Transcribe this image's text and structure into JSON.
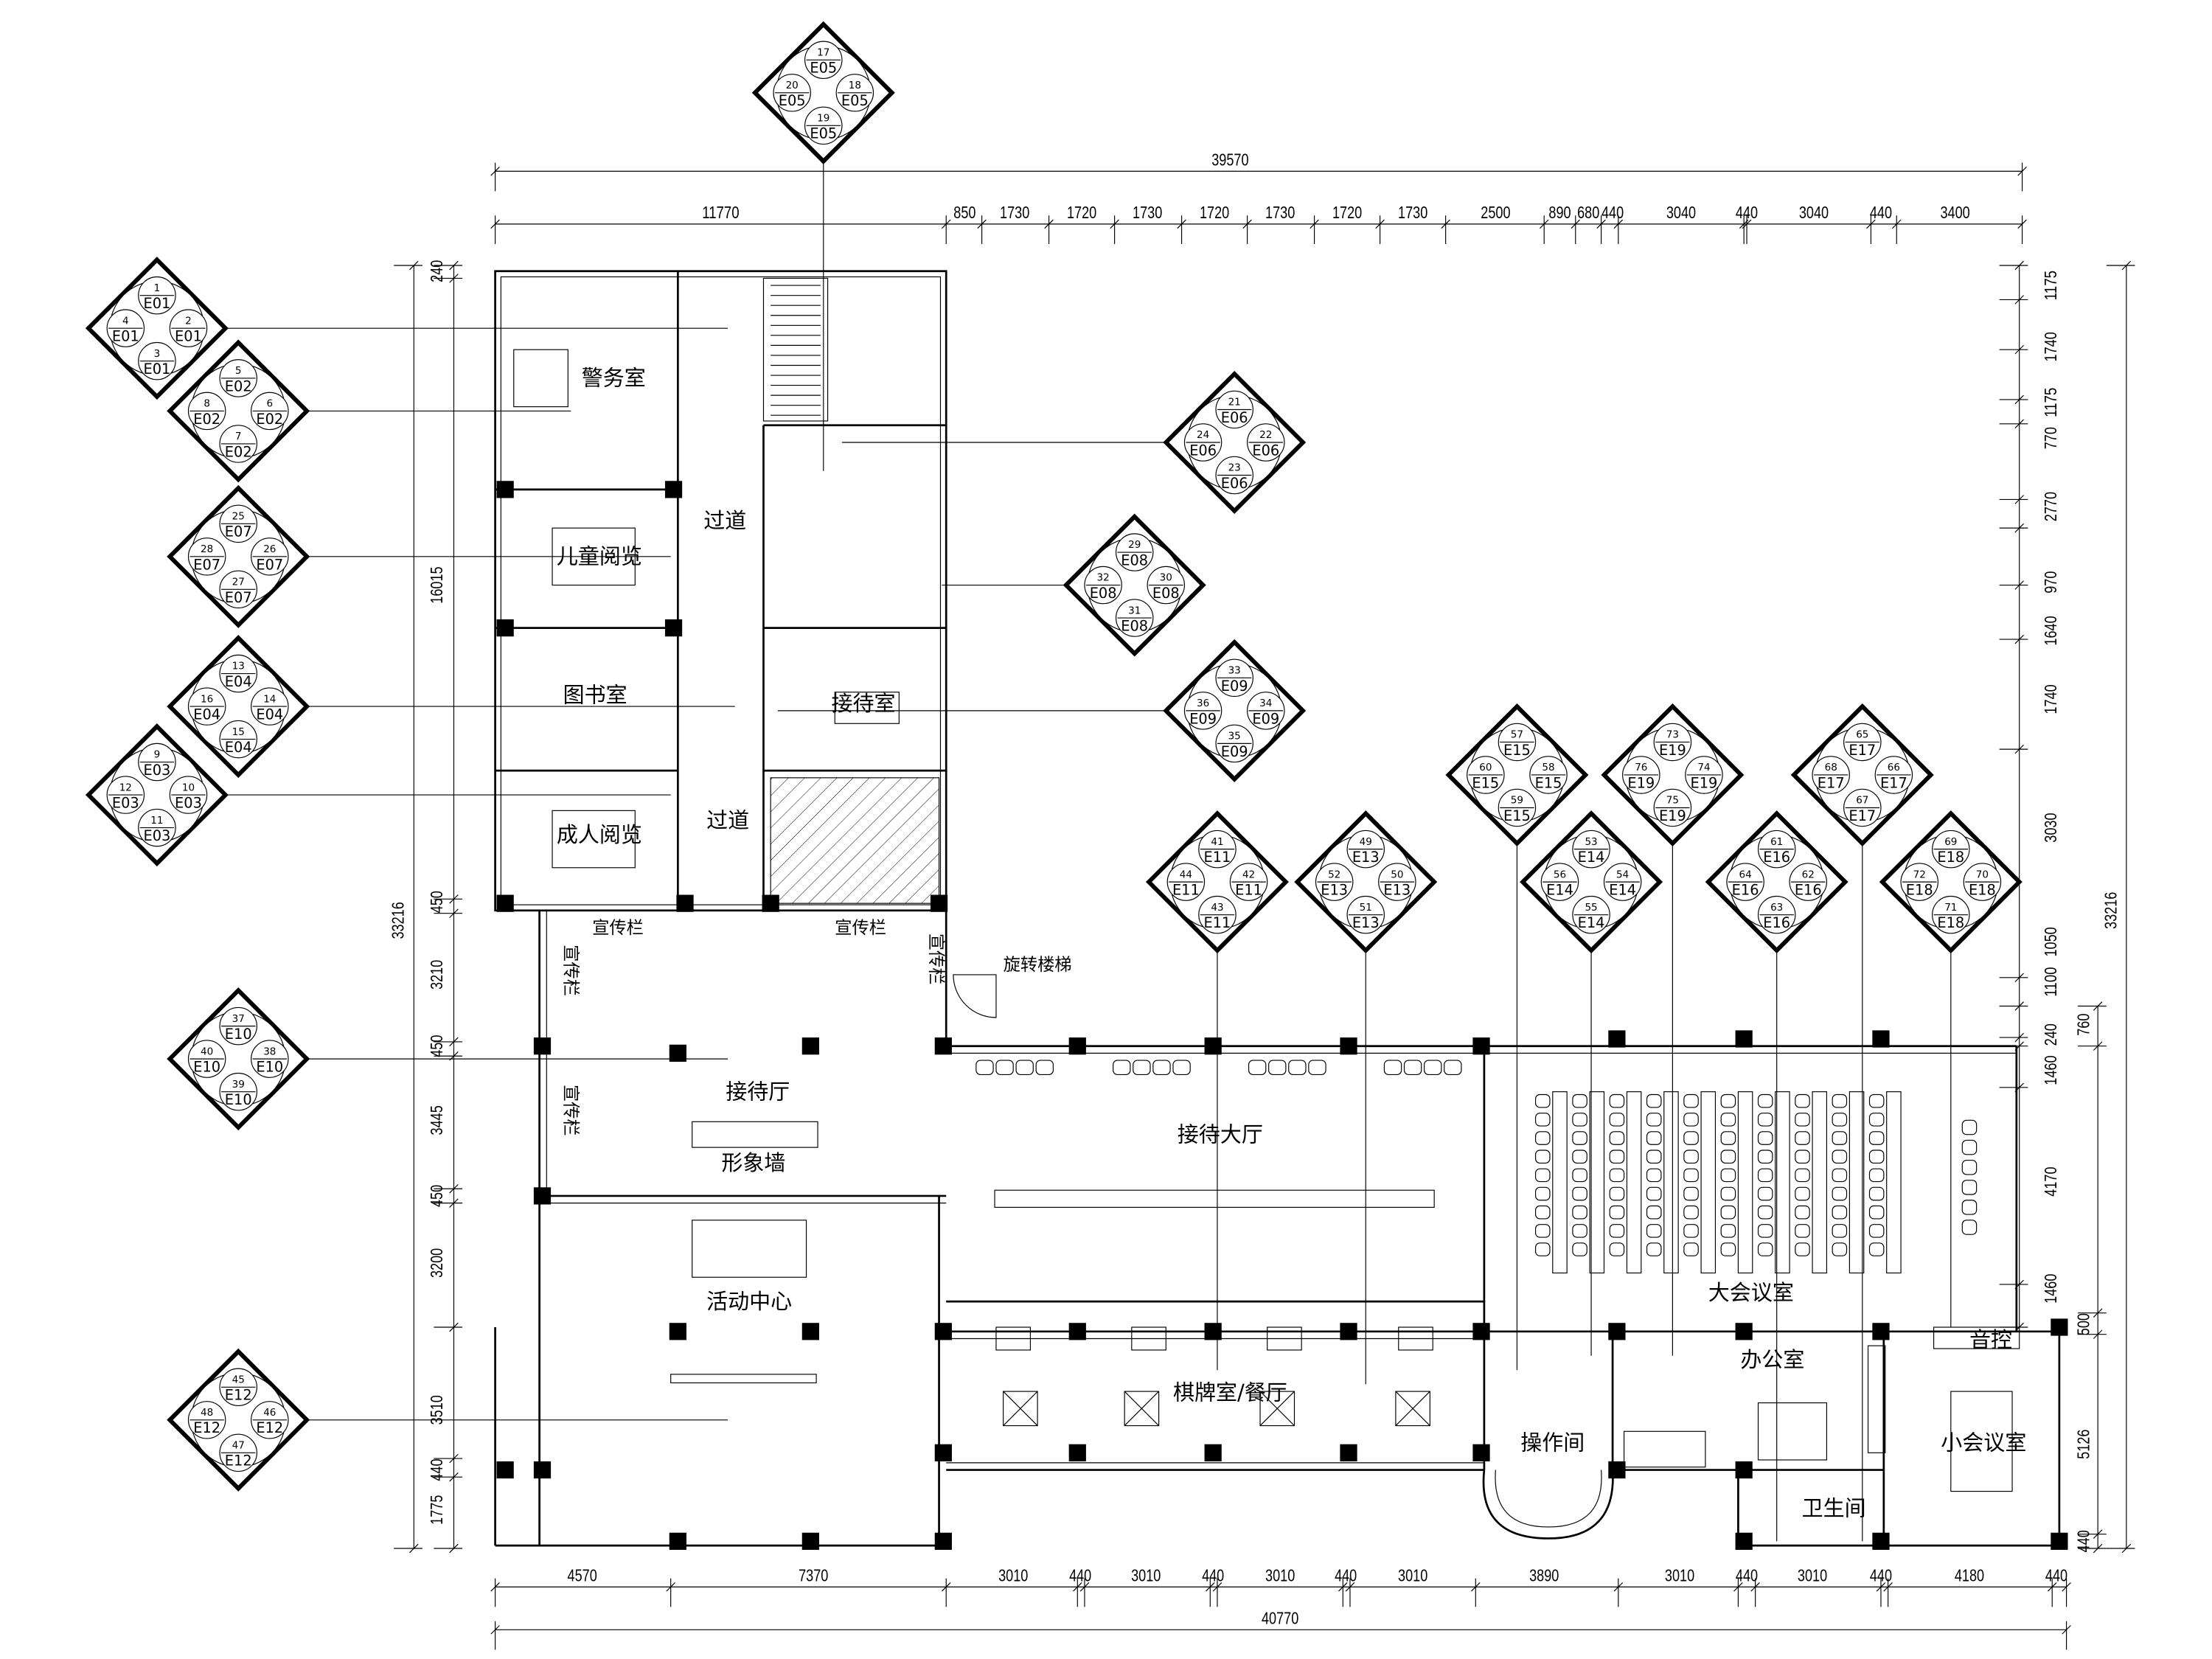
{
  "callouts": [
    {
      "code": "E05",
      "n": [
        "17",
        "20",
        "18",
        "19"
      ]
    },
    {
      "code": "E01",
      "n": [
        "1",
        "4",
        "2",
        "3"
      ]
    },
    {
      "code": "E02",
      "n": [
        "5",
        "8",
        "6",
        "7"
      ]
    },
    {
      "code": "E07",
      "n": [
        "25",
        "28",
        "26",
        "27"
      ]
    },
    {
      "code": "E04",
      "n": [
        "13",
        "16",
        "14",
        "15"
      ]
    },
    {
      "code": "E03",
      "n": [
        "9",
        "12",
        "10",
        "11"
      ]
    },
    {
      "code": "E06",
      "n": [
        "21",
        "24",
        "22",
        "23"
      ]
    },
    {
      "code": "E08",
      "n": [
        "29",
        "32",
        "30",
        "31"
      ]
    },
    {
      "code": "E09",
      "n": [
        "33",
        "36",
        "34",
        "35"
      ]
    },
    {
      "code": "E15",
      "n": [
        "57",
        "60",
        "58",
        "59"
      ]
    },
    {
      "code": "E19",
      "n": [
        "73",
        "76",
        "74",
        "75"
      ]
    },
    {
      "code": "E17",
      "n": [
        "65",
        "68",
        "66",
        "67"
      ]
    },
    {
      "code": "E14",
      "n": [
        "53",
        "56",
        "54",
        "55"
      ]
    },
    {
      "code": "E16",
      "n": [
        "61",
        "64",
        "62",
        "63"
      ]
    },
    {
      "code": "E18",
      "n": [
        "69",
        "72",
        "70",
        "71"
      ]
    },
    {
      "code": "E11",
      "n": [
        "41",
        "44",
        "42",
        "43"
      ]
    },
    {
      "code": "E13",
      "n": [
        "49",
        "52",
        "50",
        "51"
      ]
    },
    {
      "code": "E10",
      "n": [
        "37",
        "40",
        "38",
        "39"
      ]
    },
    {
      "code": "E12",
      "n": [
        "45",
        "48",
        "46",
        "47"
      ]
    }
  ],
  "rooms": [
    "警务室",
    "儿童阅览",
    "图书室",
    "成人阅览",
    "过道",
    "过道",
    "接待室",
    "宣传栏",
    "宣传栏",
    "宣传栏",
    "宣传栏",
    "宣传栏",
    "旋转楼梯",
    "接待厅",
    "形象墙",
    "接待大厅",
    "活动中心",
    "棋牌室/餐厅",
    "大会议室",
    "办公室",
    "操作间",
    "卫生间",
    "音控",
    "小会议室"
  ],
  "dims": {
    "top_total": "39570",
    "top": [
      "11770",
      "850",
      "1730",
      "1720",
      "1730",
      "1720",
      "1730",
      "1720",
      "1730",
      "2500",
      "890",
      "680",
      "440",
      "3040",
      "440",
      "3040",
      "440",
      "3400"
    ],
    "bottom": [
      "4570",
      "7370",
      "3010",
      "440",
      "3010",
      "440",
      "3010",
      "440",
      "3010",
      "3890",
      "3010",
      "440",
      "3010",
      "440",
      "4180",
      "440"
    ],
    "bottom_total": "40770",
    "left": [
      "240",
      "16015",
      "450",
      "3210",
      "450",
      "3445",
      "450",
      "3200",
      "3510",
      "440",
      "1775"
    ],
    "left_total": "33216",
    "right": [
      "1175",
      "1740",
      "1175",
      "770",
      "2770",
      "970",
      "1640",
      "1740",
      "3030",
      "1050",
      "1100",
      "240",
      "1460",
      "760",
      "4170",
      "1460",
      "500",
      "5126",
      "440"
    ],
    "right_total": "33216"
  }
}
